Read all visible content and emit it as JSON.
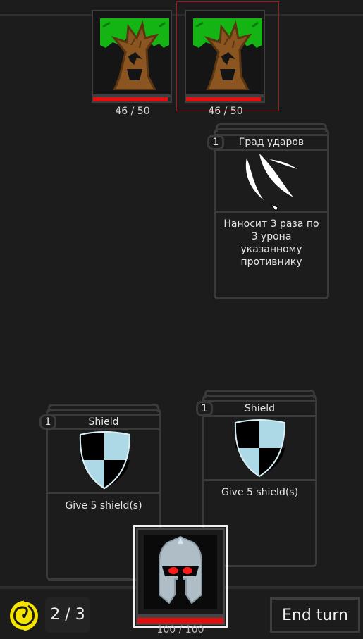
{
  "enemies": [
    {
      "name": "tree-monster",
      "hp": 46,
      "max_hp": 50,
      "hp_text": "46 / 50",
      "hp_fraction": 0.96
    },
    {
      "name": "tree-monster",
      "hp": 46,
      "max_hp": 50,
      "hp_text": "46 / 50",
      "hp_fraction": 0.96,
      "targeted": true
    }
  ],
  "cards": {
    "selected": {
      "cost": "1",
      "title": "Град ударов",
      "description": "Наносит 3 раза по 3 урона указанному противнику",
      "icon": "claw-strike-icon"
    },
    "hand": [
      {
        "cost": "1",
        "title": "Shield",
        "description": "Give 5 shield(s)",
        "icon": "shield-icon"
      },
      {
        "cost": "1",
        "title": "Shield",
        "description": "Give 5 shield(s)",
        "icon": "shield-icon"
      }
    ]
  },
  "player": {
    "hp_text": "100 / 100",
    "hp_fraction": 1.0,
    "portrait": "knight-helmet-icon"
  },
  "energy": {
    "text": "2 / 3",
    "icon": "energy-swirl-icon"
  },
  "end_turn_label": "End turn",
  "colors": {
    "hp": "#e01010",
    "target": "#9b1a1a",
    "energy": "#f5e400",
    "shield": "#add8e6"
  }
}
